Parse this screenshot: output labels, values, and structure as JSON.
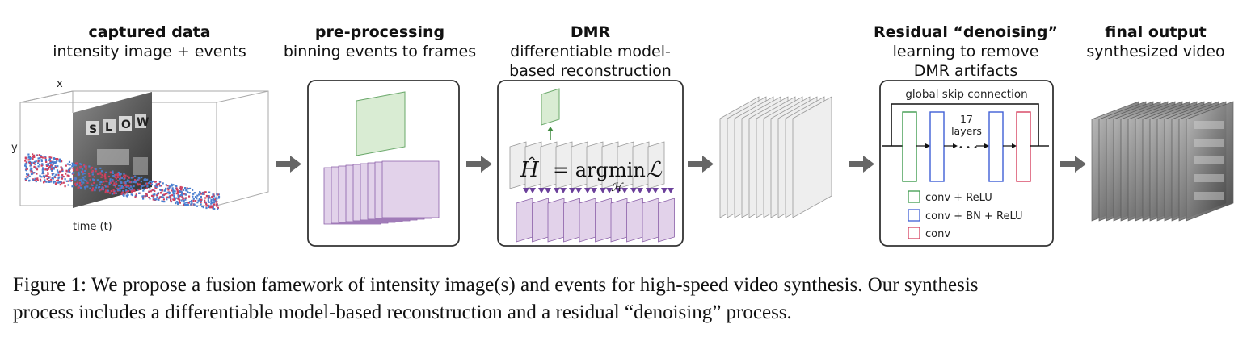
{
  "stages": {
    "captured": {
      "title": "captured data",
      "subtitle": "intensity image + events"
    },
    "preprocessing": {
      "title": "pre-processing",
      "subtitle": "binning events to frames"
    },
    "dmr": {
      "title": "DMR",
      "subtitle_1": "differentiable model-",
      "subtitle_2": "based reconstruction"
    },
    "residual": {
      "title": "Residual “denoising”",
      "subtitle_1": "learning to remove",
      "subtitle_2": "DMR artifacts"
    },
    "final": {
      "title": "final output",
      "subtitle": "synthesized video"
    }
  },
  "axes": {
    "x": "x",
    "y": "y",
    "t": "time (t)"
  },
  "poster_text": [
    "S",
    "L",
    "O",
    "W"
  ],
  "dmr_equation": {
    "lhs": "Ĥ",
    "eq": "= argmin",
    "loss": "ℒ",
    "sub": "ℋ"
  },
  "network": {
    "skip_label": "global skip connection",
    "layers_count": "17",
    "layers_word": "layers",
    "dots": "• • •",
    "legend": [
      {
        "label": "conv + ReLU",
        "color": "#3f9b4e"
      },
      {
        "label": "conv + BN + ReLU",
        "color": "#3f5fd6"
      },
      {
        "label": "conv",
        "color": "#d6405f"
      }
    ]
  },
  "colors": {
    "green_fill": "#d9ecd3",
    "green_stroke": "#6aa86a",
    "purple_fill": "#e2d2ea",
    "purple_stroke": "#8a5fa8",
    "gray_fill": "#eeeeee",
    "arrow": "#666666",
    "event_blue": "#4a7fd0",
    "event_red": "#d0405f"
  },
  "caption": {
    "line1": "Figure 1:  We propose a fusion famework of intensity image(s) and events for high-speed video synthesis.  Our synthesis",
    "line2": "process includes a differentiable model-based reconstruction and a residual “denoising” process."
  }
}
